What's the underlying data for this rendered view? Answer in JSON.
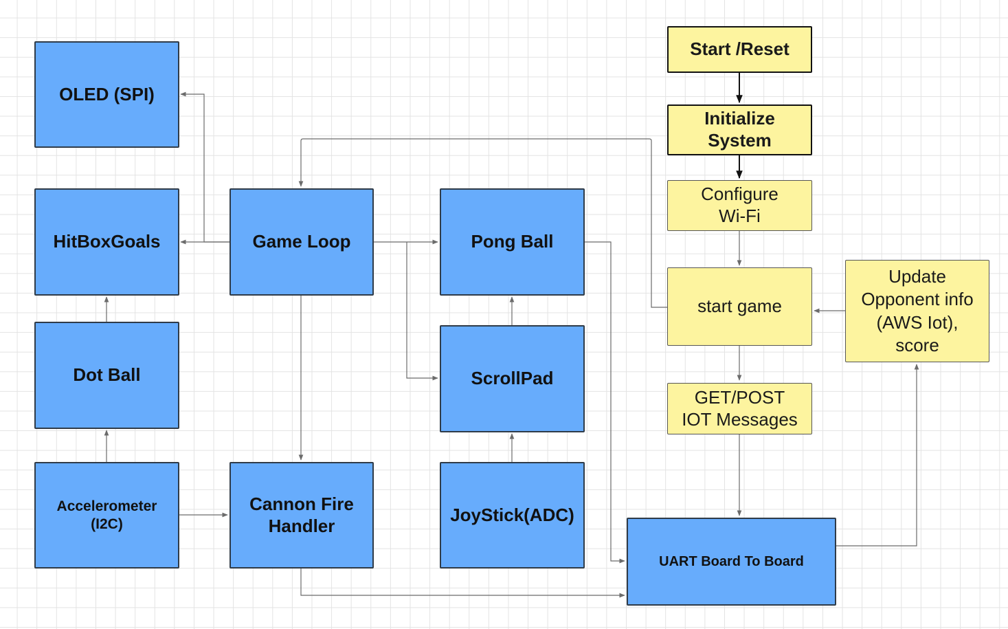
{
  "nodes": {
    "oled": "OLED (SPI)",
    "hitbox_goals": "HitBoxGoals",
    "dot_ball": "Dot Ball",
    "accelerometer": "Accelerometer\n(I2C)",
    "game_loop": "Game Loop",
    "cannon_fire_handler": "Cannon Fire\nHandler",
    "pong_ball": "Pong Ball",
    "scrollpad": "ScrollPad",
    "joystick": "JoyStick(ADC)",
    "start_reset": "Start /Reset",
    "initialize_system": "Initialize\nSystem",
    "configure_wifi": "Configure\nWi-Fi",
    "start_game": "start game",
    "get_post_iot": "GET/POST\nIOT Messages",
    "update_opponent": "Update\nOpponent info\n(AWS Iot),\nscore",
    "uart_board": "UART Board To Board"
  },
  "colors": {
    "component_fill": "#67acfc",
    "flow_fill": "#fdf49f",
    "connector": "#6b6b6b",
    "grid": "#e3e3e3"
  }
}
